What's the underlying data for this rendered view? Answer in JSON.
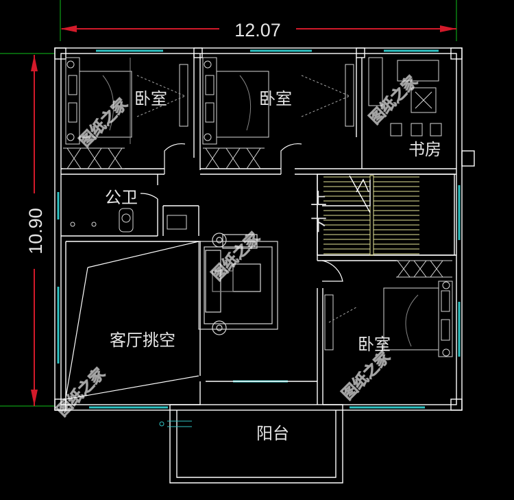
{
  "dimensions": {
    "width_label": "12.07",
    "height_label": "10.90"
  },
  "rooms": {
    "bedroom_1": "卧室",
    "bedroom_2": "卧室",
    "study": "书房",
    "public_bath": "公卫",
    "stair_up": "上",
    "stair_down": "下",
    "living_void": "客厅挑空",
    "bedroom_3": "卧室",
    "balcony": "阳台"
  },
  "watermark": "图纸之家",
  "colors": {
    "background": "#000000",
    "wall": "#ffffff",
    "window": "#2fc3c3",
    "dimension": "#d31a2a",
    "dimension_alt": "#11c21a",
    "stair": "#e8e89a",
    "furniture": "#d8d8d8"
  }
}
